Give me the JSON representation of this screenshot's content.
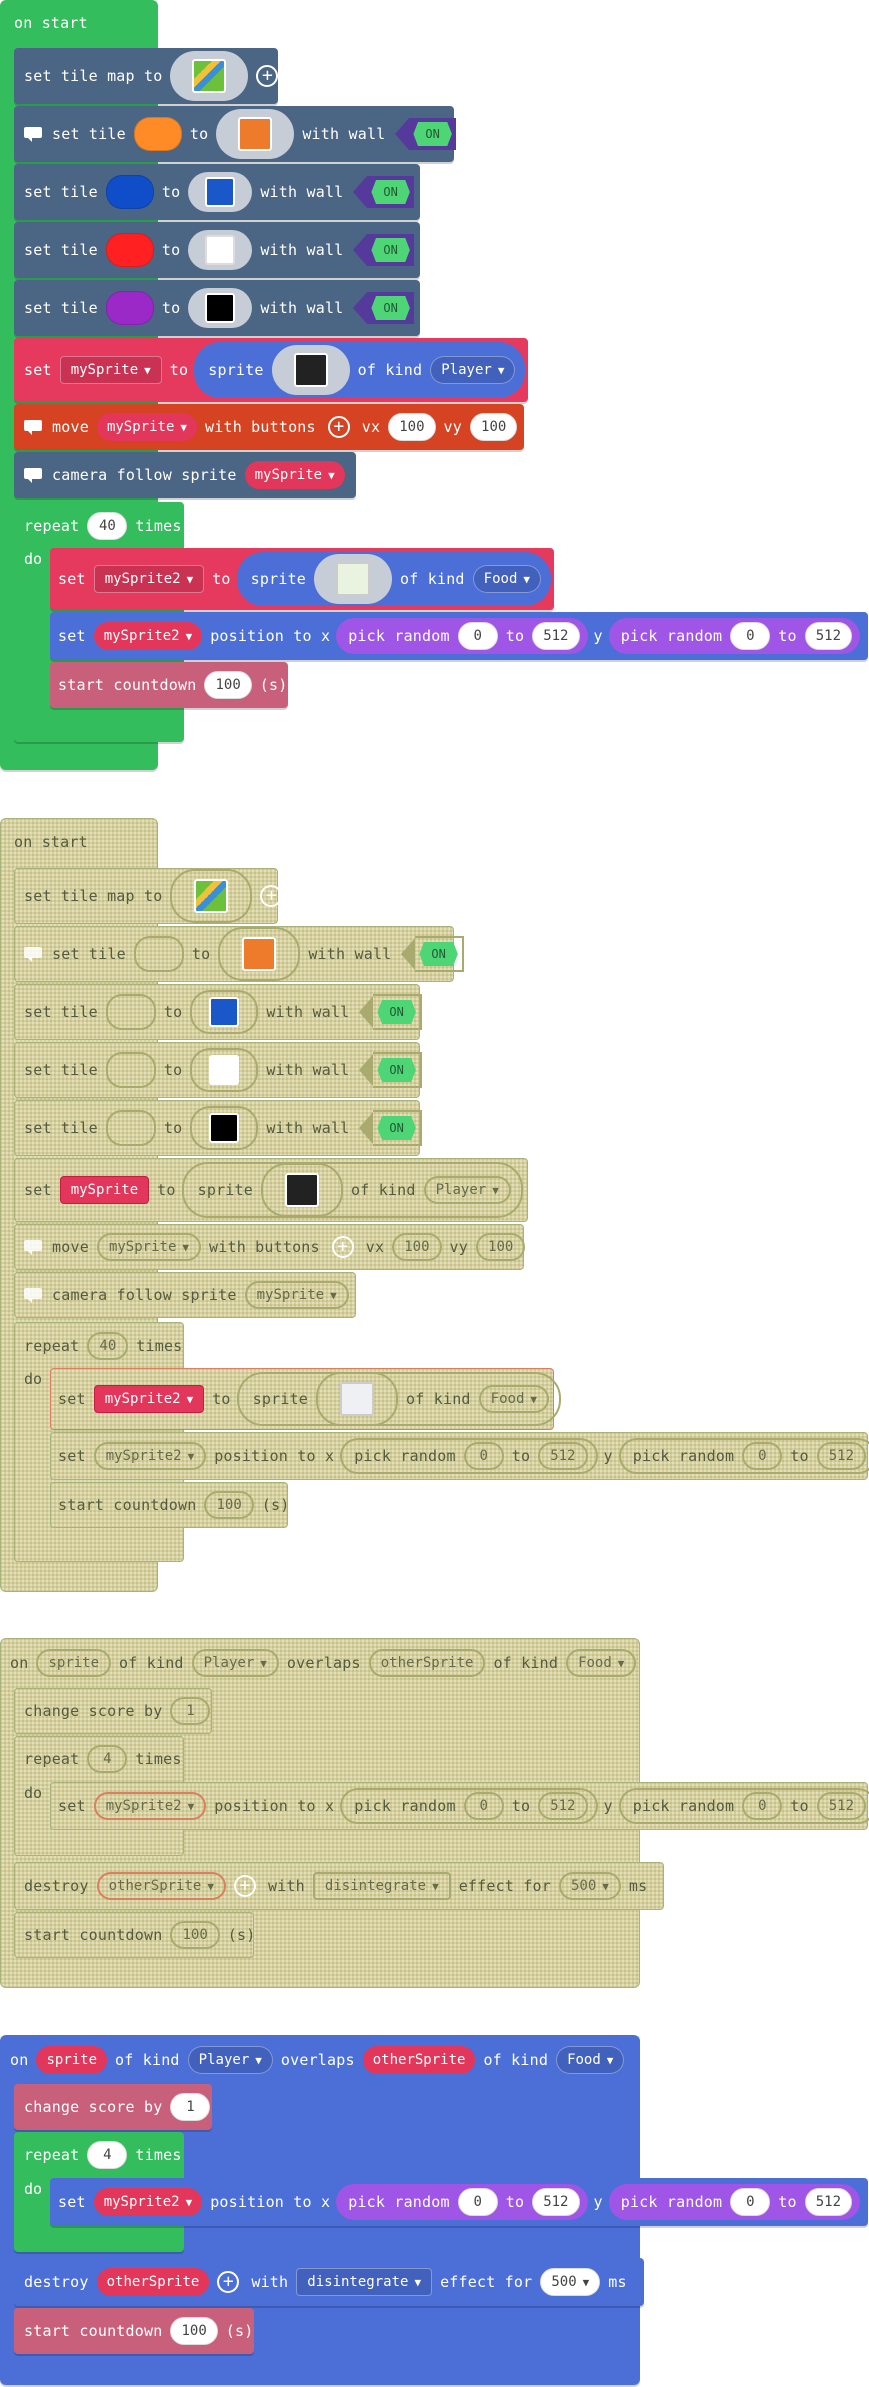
{
  "colors": {
    "loops_green": "#33bd5c",
    "scene_slate": "#4b6584",
    "sprite_red": "#e5395e",
    "controller_orange": "#d54322",
    "sprites_blue": "#4b6fd6",
    "math_purple": "#9f55e6",
    "info_pink": "#c9607b",
    "ghost_khaki": "#d6d09b",
    "tile_orange": "#ff8b27",
    "tile_blue": "#0f4ec8",
    "tile_red": "#ff2121",
    "tile_purple": "#9b29c7",
    "toggle_green": "#4ed576"
  },
  "text": {
    "on_start": "on start",
    "set_tile_map_to": "set tile map to",
    "set_tile": "set tile",
    "to": "to",
    "with_wall": "with wall",
    "on": "on",
    "set": "set",
    "sprite": "sprite",
    "of_kind": "of kind",
    "move": "move",
    "with_buttons": "with buttons",
    "vx": "vx",
    "vy": "vy",
    "camera_follow_sprite": "camera follow sprite",
    "repeat": "repeat",
    "times": "times",
    "do": "do",
    "position_to_x": "position to x",
    "pick_random": "pick random",
    "y": "y",
    "start_countdown": "start countdown",
    "seconds": "(s)",
    "overlaps": "overlaps",
    "change_score_by": "change score by",
    "destroy": "destroy",
    "with": "with",
    "effect_for": "effect for",
    "ms": "ms",
    "on_label": "ON"
  },
  "values": {
    "mySprite": "mySprite",
    "mySprite2": "mySprite2",
    "otherSprite": "otherSprite",
    "sprite": "sprite",
    "Player": "Player",
    "Food": "Food",
    "vx": "100",
    "vy": "100",
    "repeat_count": "40",
    "rand_min": "0",
    "rand_max": "512",
    "countdown": "100",
    "score_delta": "1",
    "inner_repeat": "4",
    "effect": "disintegrate",
    "effect_ms": "500"
  },
  "icons": {
    "tilemap": "tilemap-thumbnail-icon",
    "player_sprite": "player-sprite-icon",
    "food_sprite_1": "money-sprite-icon",
    "food_sprite_2": "shark-sprite-icon",
    "comment": "comment-icon",
    "add": "plus-icon",
    "dropdown": "caret-down-icon"
  }
}
